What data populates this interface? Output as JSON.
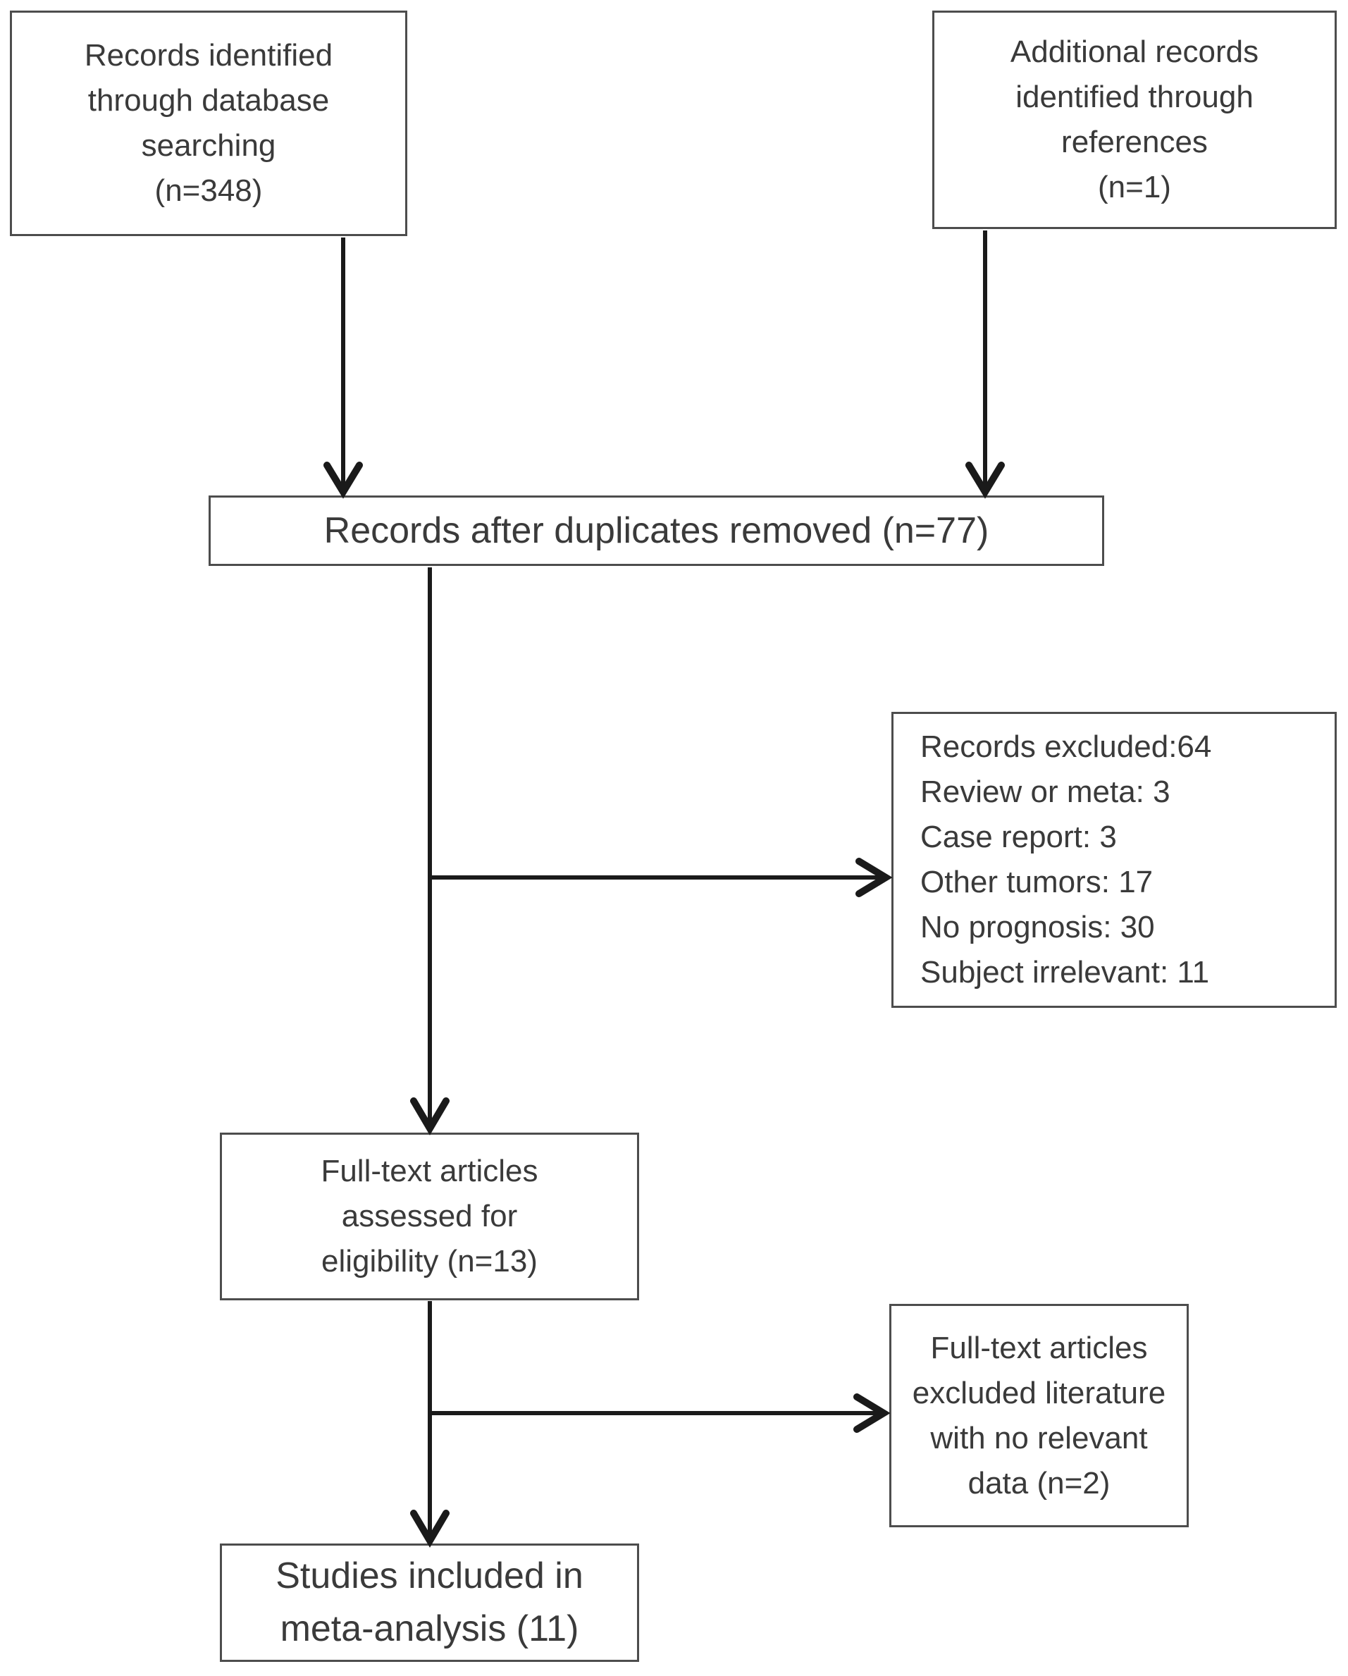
{
  "figure": {
    "colors": {
      "background": "#ffffff",
      "box_border": "#4d4d4d",
      "arrow": "#1a1a1a",
      "text": "#3a3a3a"
    },
    "boxes": {
      "identified": {
        "lines": [
          "Records identified",
          "through database",
          "searching",
          "(n=348)"
        ]
      },
      "additional": {
        "lines": [
          "Additional records",
          "identified through",
          "references",
          "(n=1)"
        ]
      },
      "deduplicated": {
        "lines": [
          "Records after duplicates removed (n=77)"
        ]
      },
      "records_excluded": {
        "lines": [
          "Records excluded:64",
          "Review or meta: 3",
          "Case report: 3",
          "Other tumors: 17",
          "No prognosis: 30",
          "Subject irrelevant: 11"
        ]
      },
      "fulltext_assessed": {
        "lines": [
          "Full-text articles",
          "assessed for",
          "eligibility (n=13)"
        ]
      },
      "fulltext_excluded": {
        "lines": [
          "Full-text articles",
          "excluded literature",
          "with no relevant",
          "data (n=2)"
        ]
      },
      "included": {
        "lines": [
          "Studies included in",
          "meta-analysis (11)"
        ]
      }
    },
    "counts": {
      "records_identified_database": 348,
      "additional_records_references": 1,
      "records_after_duplicates_removed": 77,
      "records_excluded": 64,
      "review_or_meta": 3,
      "case_report": 3,
      "other_tumors": 17,
      "no_prognosis": 30,
      "subject_irrelevant": 11,
      "fulltext_assessed": 13,
      "fulltext_excluded_no_relevant_data": 2,
      "studies_included_meta_analysis": 11
    }
  }
}
